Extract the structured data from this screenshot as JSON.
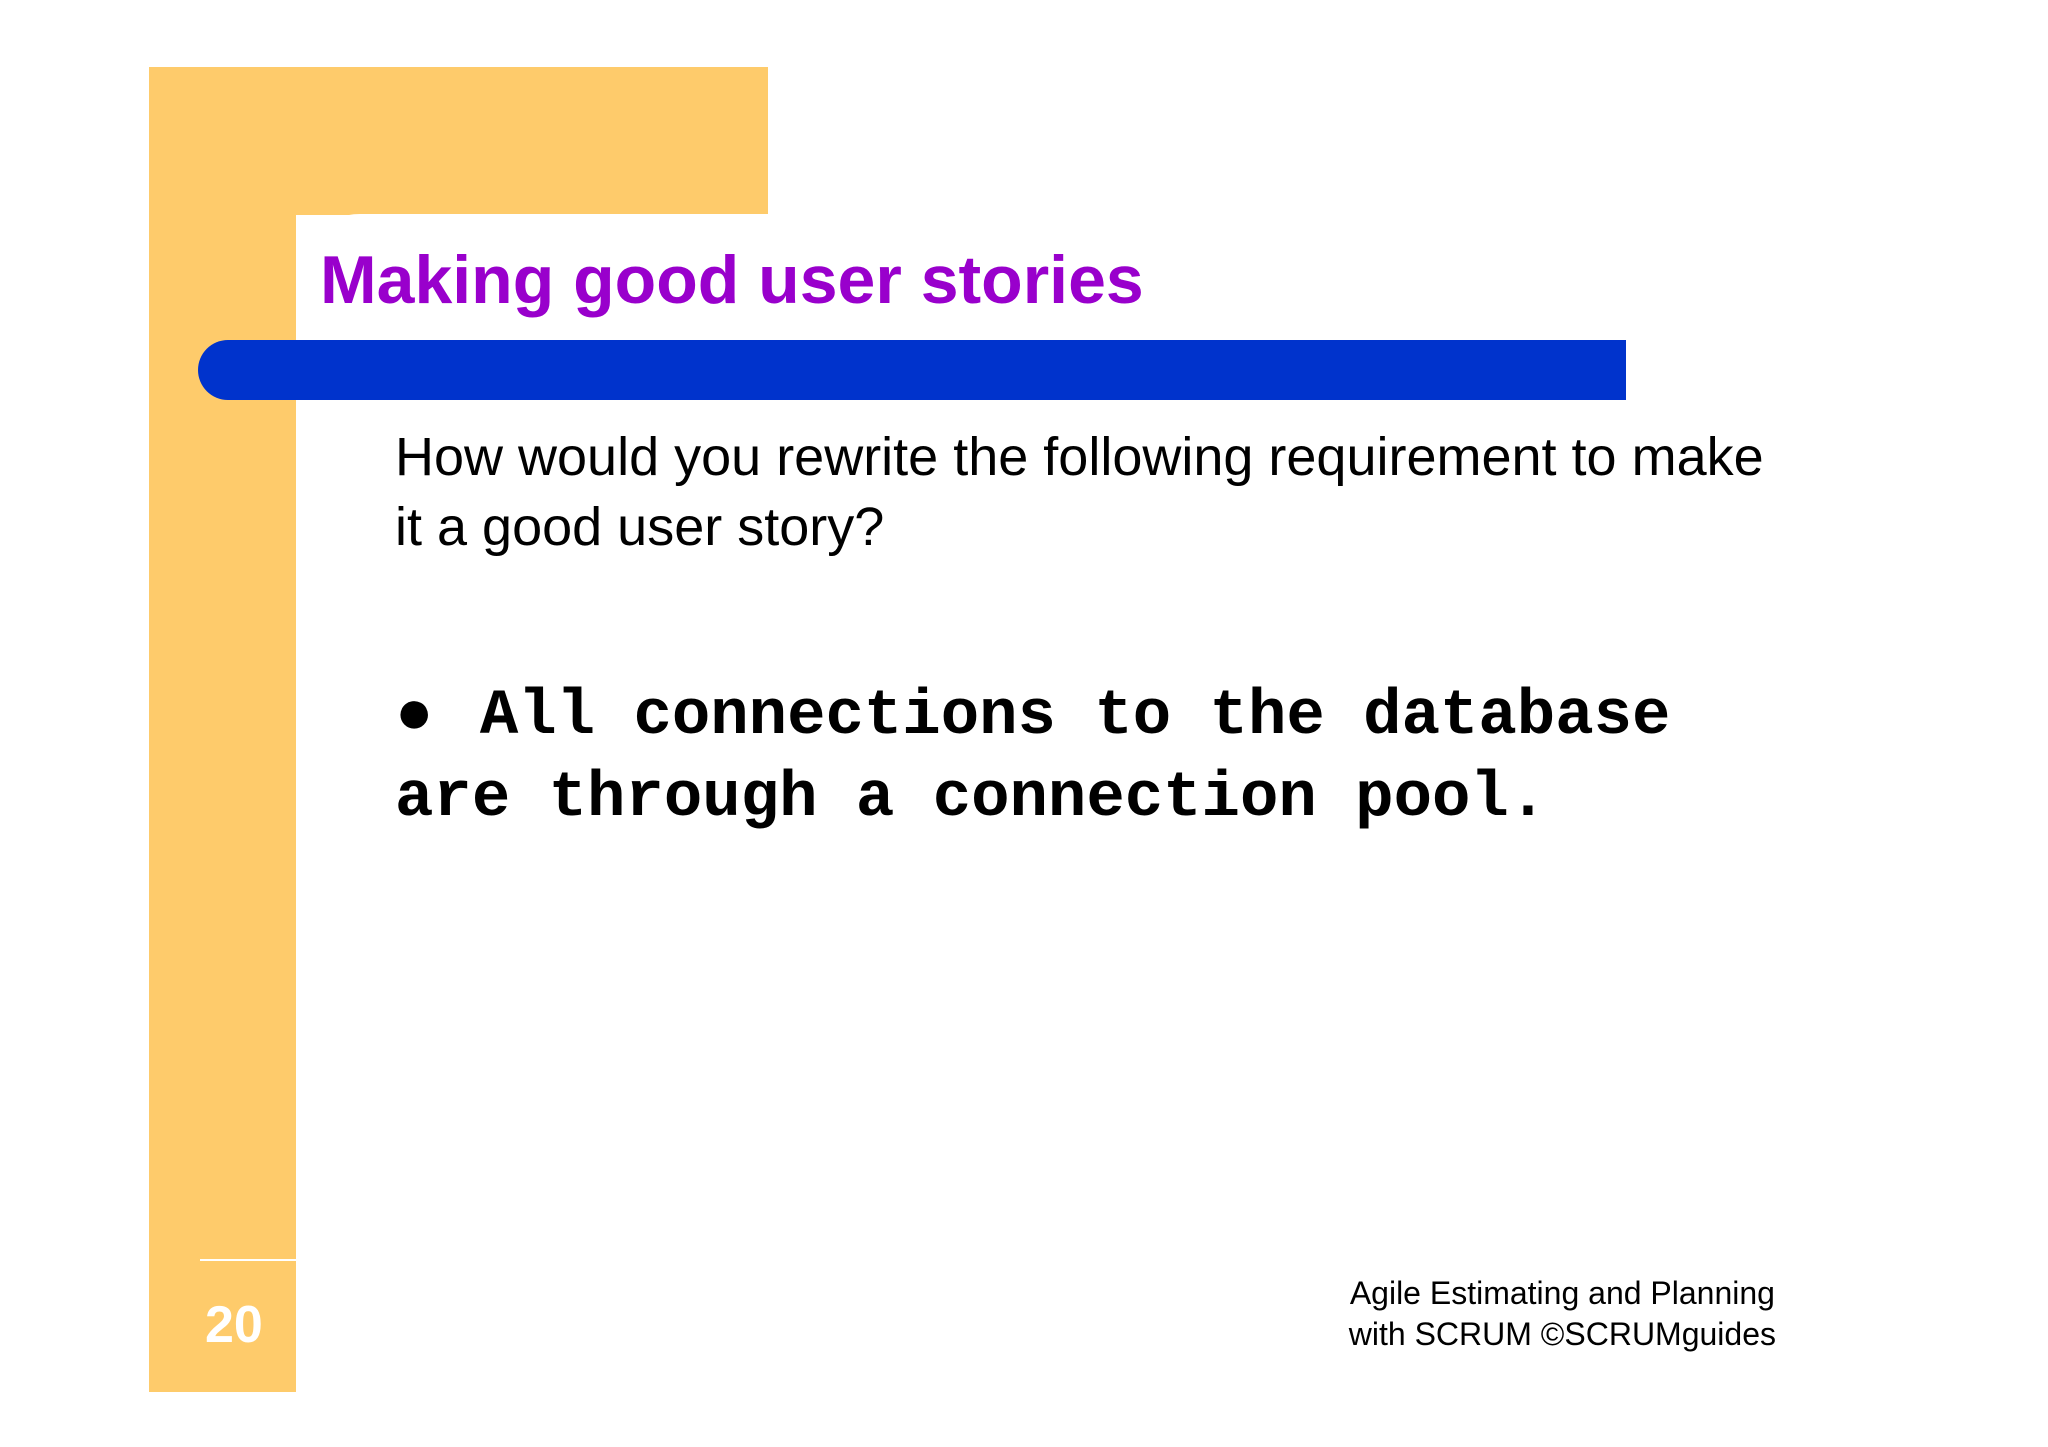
{
  "slide": {
    "title": "Making good user stories",
    "question": "How would you rewrite the following requirement to make it a good user story?",
    "requirement": {
      "bullet": "●",
      "line1": "All connections to the database",
      "line2": "are through a connection pool."
    },
    "page_number": "20",
    "footer": {
      "line1": "Agile Estimating and Planning",
      "line2": "with SCRUM ©SCRUMguides"
    }
  },
  "colors": {
    "accent_yellow": "#FECB6B",
    "accent_blue": "#0033CC",
    "title_purple": "#9900CC"
  }
}
